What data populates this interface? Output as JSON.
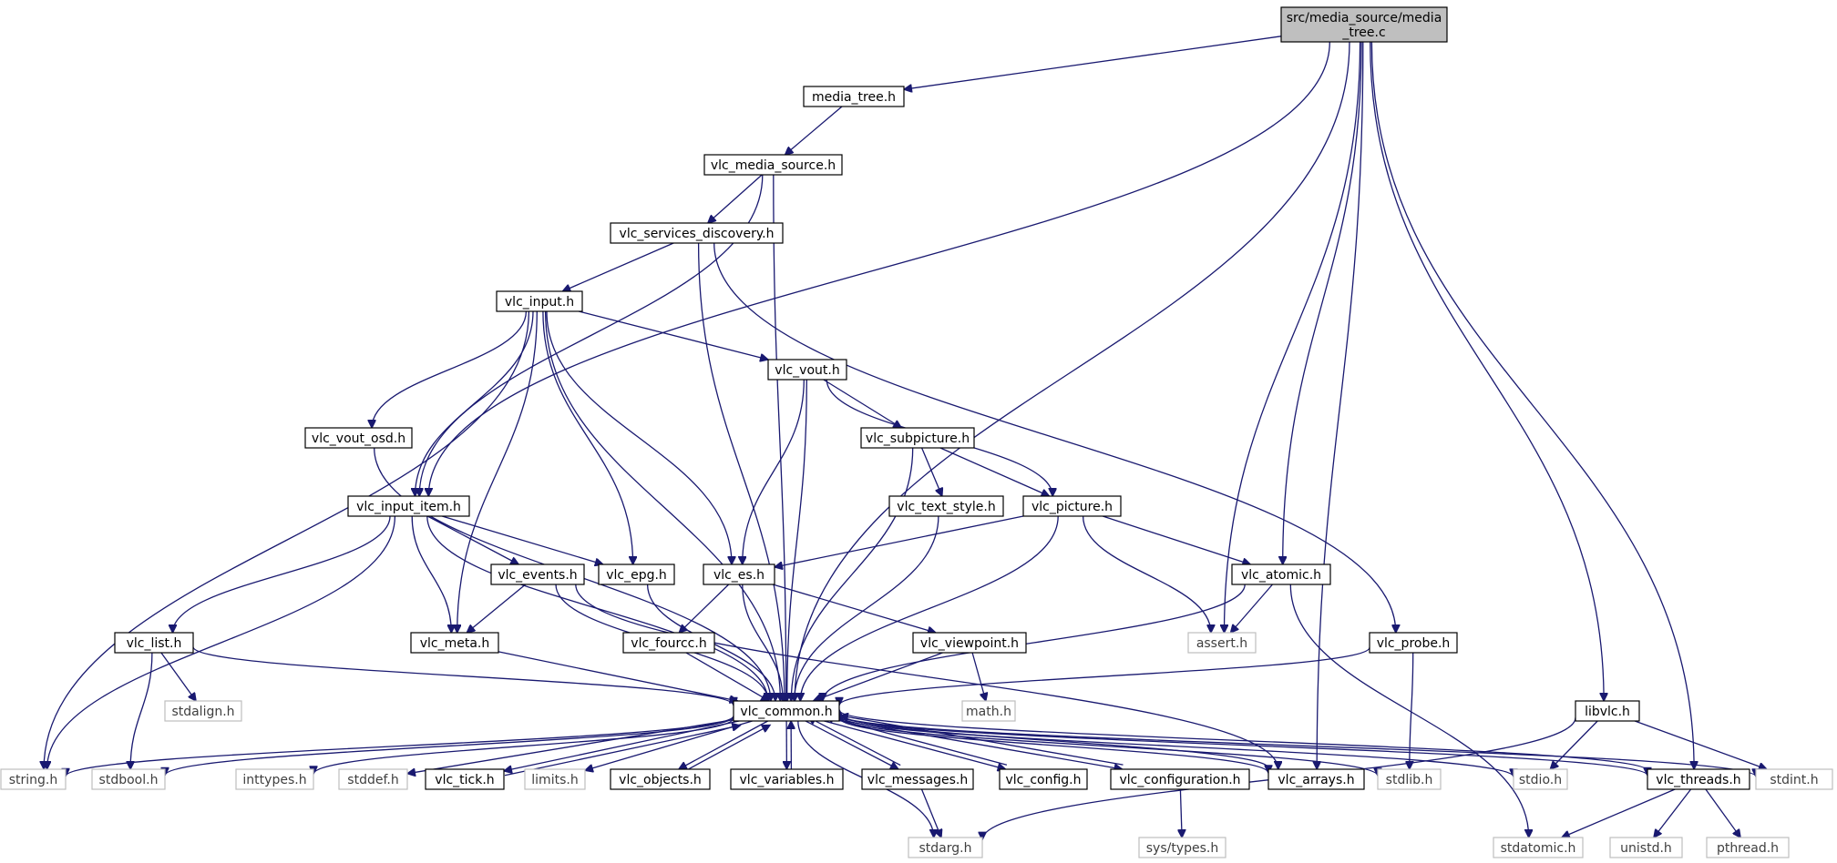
{
  "colors": {
    "edge": "#191970",
    "root_fill": "#bfbfbf",
    "node_border": "#000000",
    "system_border": "#bfbfbf",
    "system_text": "#3f3f3f"
  },
  "nodes": [
    {
      "id": "root",
      "label": "src/media_source/media\n_tree.c",
      "kind": "root"
    },
    {
      "id": "media_tree_h",
      "label": "media_tree.h",
      "kind": "header"
    },
    {
      "id": "vlc_media_source_h",
      "label": "vlc_media_source.h",
      "kind": "header"
    },
    {
      "id": "vlc_services_discovery_h",
      "label": "vlc_services_discovery.h",
      "kind": "header"
    },
    {
      "id": "vlc_input_h",
      "label": "vlc_input.h",
      "kind": "header"
    },
    {
      "id": "vlc_vout_h",
      "label": "vlc_vout.h",
      "kind": "header"
    },
    {
      "id": "vlc_vout_osd_h",
      "label": "vlc_vout_osd.h",
      "kind": "header"
    },
    {
      "id": "vlc_subpicture_h",
      "label": "vlc_subpicture.h",
      "kind": "header"
    },
    {
      "id": "vlc_input_item_h",
      "label": "vlc_input_item.h",
      "kind": "header"
    },
    {
      "id": "vlc_text_style_h",
      "label": "vlc_text_style.h",
      "kind": "header"
    },
    {
      "id": "vlc_picture_h",
      "label": "vlc_picture.h",
      "kind": "header"
    },
    {
      "id": "vlc_events_h",
      "label": "vlc_events.h",
      "kind": "header"
    },
    {
      "id": "vlc_epg_h",
      "label": "vlc_epg.h",
      "kind": "header"
    },
    {
      "id": "vlc_es_h",
      "label": "vlc_es.h",
      "kind": "header"
    },
    {
      "id": "vlc_atomic_h",
      "label": "vlc_atomic.h",
      "kind": "header"
    },
    {
      "id": "vlc_list_h",
      "label": "vlc_list.h",
      "kind": "header"
    },
    {
      "id": "vlc_meta_h",
      "label": "vlc_meta.h",
      "kind": "header"
    },
    {
      "id": "vlc_fourcc_h",
      "label": "vlc_fourcc.h",
      "kind": "header"
    },
    {
      "id": "vlc_viewpoint_h",
      "label": "vlc_viewpoint.h",
      "kind": "header"
    },
    {
      "id": "assert_h",
      "label": "assert.h",
      "kind": "system"
    },
    {
      "id": "vlc_probe_h",
      "label": "vlc_probe.h",
      "kind": "header"
    },
    {
      "id": "stdalign_h",
      "label": "stdalign.h",
      "kind": "system"
    },
    {
      "id": "vlc_common_h",
      "label": "vlc_common.h",
      "kind": "header"
    },
    {
      "id": "math_h",
      "label": "math.h",
      "kind": "system"
    },
    {
      "id": "libvlc_h",
      "label": "libvlc.h",
      "kind": "header"
    },
    {
      "id": "string_h",
      "label": "string.h",
      "kind": "system"
    },
    {
      "id": "stdbool_h",
      "label": "stdbool.h",
      "kind": "system"
    },
    {
      "id": "inttypes_h",
      "label": "inttypes.h",
      "kind": "system"
    },
    {
      "id": "stddef_h",
      "label": "stddef.h",
      "kind": "system"
    },
    {
      "id": "vlc_tick_h",
      "label": "vlc_tick.h",
      "kind": "header"
    },
    {
      "id": "limits_h",
      "label": "limits.h",
      "kind": "system"
    },
    {
      "id": "vlc_objects_h",
      "label": "vlc_objects.h",
      "kind": "header"
    },
    {
      "id": "vlc_variables_h",
      "label": "vlc_variables.h",
      "kind": "header"
    },
    {
      "id": "vlc_messages_h",
      "label": "vlc_messages.h",
      "kind": "header"
    },
    {
      "id": "vlc_config_h",
      "label": "vlc_config.h",
      "kind": "header"
    },
    {
      "id": "vlc_configuration_h",
      "label": "vlc_configuration.h",
      "kind": "header"
    },
    {
      "id": "vlc_arrays_h",
      "label": "vlc_arrays.h",
      "kind": "header"
    },
    {
      "id": "stdlib_h",
      "label": "stdlib.h",
      "kind": "system"
    },
    {
      "id": "stdio_h",
      "label": "stdio.h",
      "kind": "system"
    },
    {
      "id": "vlc_threads_h",
      "label": "vlc_threads.h",
      "kind": "header"
    },
    {
      "id": "stdint_h",
      "label": "stdint.h",
      "kind": "system"
    },
    {
      "id": "stdarg_h",
      "label": "stdarg.h",
      "kind": "system"
    },
    {
      "id": "sys_types_h",
      "label": "sys/types.h",
      "kind": "system"
    },
    {
      "id": "stdatomic_h",
      "label": "stdatomic.h",
      "kind": "system"
    },
    {
      "id": "unistd_h",
      "label": "unistd.h",
      "kind": "system"
    },
    {
      "id": "pthread_h",
      "label": "pthread.h",
      "kind": "system"
    }
  ],
  "edges": [
    [
      "root",
      "media_tree_h"
    ],
    [
      "root",
      "vlc_input_item_h"
    ],
    [
      "root",
      "assert_h"
    ],
    [
      "root",
      "vlc_atomic_h"
    ],
    [
      "root",
      "vlc_common_h"
    ],
    [
      "root",
      "vlc_arrays_h"
    ],
    [
      "root",
      "libvlc_h"
    ],
    [
      "root",
      "vlc_threads_h"
    ],
    [
      "media_tree_h",
      "vlc_media_source_h"
    ],
    [
      "vlc_media_source_h",
      "vlc_services_discovery_h"
    ],
    [
      "vlc_media_source_h",
      "vlc_input_item_h"
    ],
    [
      "vlc_media_source_h",
      "vlc_common_h"
    ],
    [
      "vlc_services_discovery_h",
      "vlc_input_h"
    ],
    [
      "vlc_services_discovery_h",
      "vlc_common_h"
    ],
    [
      "vlc_services_discovery_h",
      "vlc_probe_h"
    ],
    [
      "vlc_input_h",
      "string_h"
    ],
    [
      "vlc_input_h",
      "vlc_common_h"
    ],
    [
      "vlc_input_h",
      "vlc_vout_osd_h"
    ],
    [
      "vlc_input_h",
      "vlc_input_item_h"
    ],
    [
      "vlc_input_h",
      "vlc_meta_h"
    ],
    [
      "vlc_input_h",
      "vlc_epg_h"
    ],
    [
      "vlc_input_h",
      "vlc_es_h"
    ],
    [
      "vlc_input_h",
      "vlc_vout_h"
    ],
    [
      "vlc_vout_h",
      "vlc_es_h"
    ],
    [
      "vlc_vout_h",
      "vlc_common_h"
    ],
    [
      "vlc_vout_h",
      "vlc_subpicture_h"
    ],
    [
      "vlc_vout_h",
      "vlc_picture_h"
    ],
    [
      "vlc_vout_osd_h",
      "vlc_common_h"
    ],
    [
      "vlc_subpicture_h",
      "vlc_common_h"
    ],
    [
      "vlc_subpicture_h",
      "vlc_text_style_h"
    ],
    [
      "vlc_subpicture_h",
      "vlc_picture_h"
    ],
    [
      "vlc_text_style_h",
      "vlc_common_h"
    ],
    [
      "vlc_picture_h",
      "vlc_es_h"
    ],
    [
      "vlc_picture_h",
      "vlc_common_h"
    ],
    [
      "vlc_picture_h",
      "assert_h"
    ],
    [
      "vlc_picture_h",
      "vlc_atomic_h"
    ],
    [
      "vlc_input_item_h",
      "string_h"
    ],
    [
      "vlc_input_item_h",
      "vlc_list_h"
    ],
    [
      "vlc_input_item_h",
      "vlc_common_h"
    ],
    [
      "vlc_input_item_h",
      "vlc_meta_h"
    ],
    [
      "vlc_input_item_h",
      "vlc_events_h"
    ],
    [
      "vlc_input_item_h",
      "vlc_epg_h"
    ],
    [
      "vlc_events_h",
      "vlc_meta_h"
    ],
    [
      "vlc_events_h",
      "vlc_common_h"
    ],
    [
      "vlc_events_h",
      "vlc_arrays_h"
    ],
    [
      "vlc_epg_h",
      "vlc_common_h"
    ],
    [
      "vlc_es_h",
      "vlc_fourcc_h"
    ],
    [
      "vlc_es_h",
      "vlc_common_h"
    ],
    [
      "vlc_es_h",
      "vlc_viewpoint_h"
    ],
    [
      "vlc_atomic_h",
      "assert_h"
    ],
    [
      "vlc_atomic_h",
      "vlc_common_h"
    ],
    [
      "vlc_atomic_h",
      "stdatomic_h"
    ],
    [
      "vlc_list_h",
      "stdalign_h"
    ],
    [
      "vlc_list_h",
      "stdbool_h"
    ],
    [
      "vlc_list_h",
      "vlc_common_h"
    ],
    [
      "vlc_meta_h",
      "vlc_common_h"
    ],
    [
      "vlc_fourcc_h",
      "vlc_common_h"
    ],
    [
      "vlc_viewpoint_h",
      "vlc_common_h"
    ],
    [
      "vlc_viewpoint_h",
      "math_h"
    ],
    [
      "vlc_probe_h",
      "vlc_common_h"
    ],
    [
      "vlc_probe_h",
      "stdlib_h"
    ],
    [
      "vlc_common_h",
      "string_h"
    ],
    [
      "vlc_common_h",
      "stdbool_h"
    ],
    [
      "vlc_common_h",
      "inttypes_h"
    ],
    [
      "vlc_common_h",
      "stddef_h"
    ],
    [
      "vlc_common_h",
      "vlc_tick_h"
    ],
    [
      "vlc_common_h",
      "limits_h"
    ],
    [
      "vlc_common_h",
      "vlc_objects_h"
    ],
    [
      "vlc_common_h",
      "vlc_variables_h"
    ],
    [
      "vlc_common_h",
      "vlc_messages_h"
    ],
    [
      "vlc_common_h",
      "vlc_config_h"
    ],
    [
      "vlc_common_h",
      "vlc_configuration_h"
    ],
    [
      "vlc_common_h",
      "vlc_arrays_h"
    ],
    [
      "vlc_common_h",
      "stdlib_h"
    ],
    [
      "vlc_common_h",
      "stdio_h"
    ],
    [
      "vlc_common_h",
      "vlc_threads_h"
    ],
    [
      "vlc_common_h",
      "stdint_h"
    ],
    [
      "vlc_common_h",
      "stdarg_h"
    ],
    [
      "vlc_tick_h",
      "vlc_common_h"
    ],
    [
      "vlc_objects_h",
      "vlc_common_h"
    ],
    [
      "vlc_variables_h",
      "vlc_common_h"
    ],
    [
      "vlc_messages_h",
      "vlc_common_h"
    ],
    [
      "vlc_config_h",
      "vlc_common_h"
    ],
    [
      "vlc_configuration_h",
      "vlc_common_h"
    ],
    [
      "vlc_arrays_h",
      "vlc_common_h"
    ],
    [
      "vlc_threads_h",
      "vlc_common_h"
    ],
    [
      "vlc_messages_h",
      "stdarg_h"
    ],
    [
      "vlc_configuration_h",
      "sys_types_h"
    ],
    [
      "libvlc_h",
      "stdio_h"
    ],
    [
      "libvlc_h",
      "stdint_h"
    ],
    [
      "libvlc_h",
      "stdarg_h"
    ],
    [
      "vlc_threads_h",
      "stdatomic_h"
    ],
    [
      "vlc_threads_h",
      "unistd_h"
    ],
    [
      "vlc_threads_h",
      "pthread_h"
    ]
  ]
}
